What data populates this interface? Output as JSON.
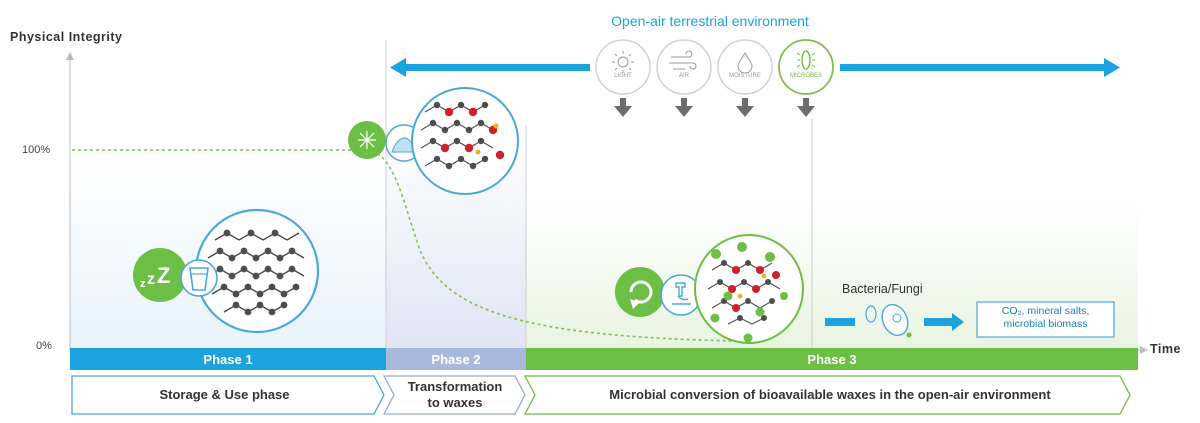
{
  "axis": {
    "y_title": "Physical Integrity",
    "y_tick_top": "100%",
    "y_tick_bottom": "0%",
    "x_title": "Time"
  },
  "environment": {
    "title": "Open-air terrestrial environment",
    "factors": [
      "LIGHT",
      "AIR",
      "MOISTURE",
      "MICROBES"
    ]
  },
  "phases": [
    {
      "label": "Phase 1",
      "description": "Storage & Use phase",
      "color": "#1aa3de"
    },
    {
      "label": "Phase 2",
      "description_line1": "Transformation",
      "description_line2": "to waxes",
      "color": "#a9b9dd"
    },
    {
      "label": "Phase 3",
      "description": "Microbial conversion of bioavailable waxes in the open-air environment",
      "color": "#6cbe45"
    }
  ],
  "outputs": {
    "agent_label": "Bacteria/Fungi",
    "result_line1": "CO₂, mineral salts,",
    "result_line2": "microbial biomass"
  },
  "colors": {
    "accent_blue": "#1aa3de",
    "accent_green": "#6cbe45",
    "phase2": "#a9b9dd",
    "gray_arrow": "#6d6d6d"
  }
}
